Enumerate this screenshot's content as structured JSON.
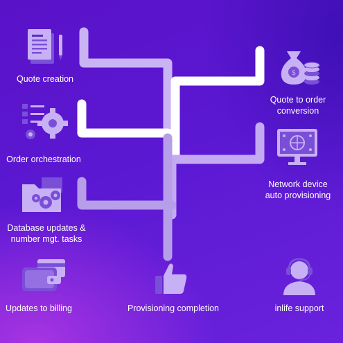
{
  "steps": {
    "quote_creation": "Quote creation",
    "quote_to_order_1": "Quote to order",
    "quote_to_order_2": "conversion",
    "order_orchestration": "Order orchestration",
    "network_device_1": "Network device",
    "network_device_2": "auto provisioning",
    "database_updates_1": "Database updates &",
    "database_updates_2": "number mgt. tasks",
    "updates_to_billing": "Updates to billing",
    "provisioning_completion": "Provisioning completion",
    "inlife_support": "inlife support"
  },
  "icons": {
    "quote_creation": "document-pen-icon",
    "quote_to_order": "money-bag-coins-icon",
    "order_orchestration": "checklist-gear-icon",
    "network_device": "monitor-globe-icon",
    "database_updates": "folder-gears-icon",
    "updates_to_billing": "wallet-card-icon",
    "provisioning_completion": "thumbs-up-icon",
    "inlife_support": "headset-agent-icon"
  },
  "colors": {
    "line_light": "#c9b3f5",
    "line_mid": "#b59be8",
    "line_white": "#ffffff",
    "icon_light": "#c8b0f5",
    "icon_dark": "#7a4fd8"
  }
}
